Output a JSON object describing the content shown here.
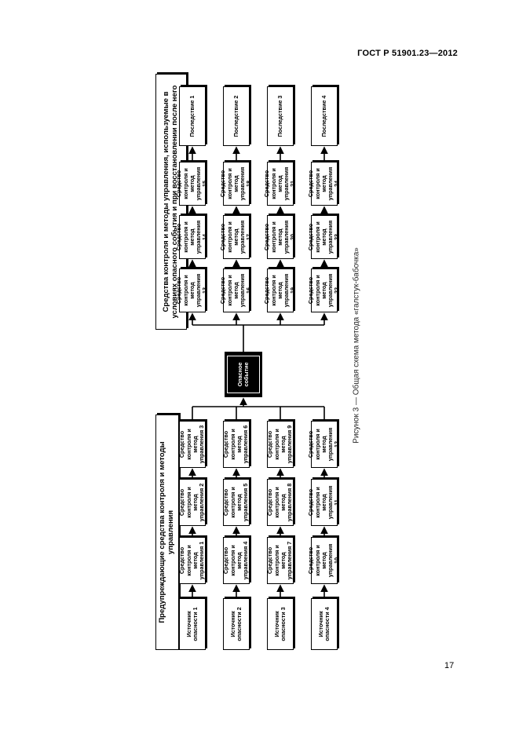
{
  "header": "ГОСТ Р 51901.23—2012",
  "page_number": "17",
  "caption": "Рисунок 3 — Общая схема метода «галстук-бабочка»",
  "left_title": "Предупреждающие средства контроля и методы управления",
  "right_title": "Средства контроля и методы управления, используемые в условиях опасного события и при восстановлении после него",
  "central_event": "Опасное событие",
  "rows": [
    {
      "source": "Источник опасности 1",
      "pre": [
        "Средство контроля и метод управления 1",
        "Средство контроля и метод управления 2",
        "Средство контроля и метод управления 3"
      ],
      "post": [
        "Средство контроля и метод управления 13",
        "Средство контроля и метод управления 14",
        "Средство контроля и метод управления 15"
      ],
      "consequence": "Последствие 1"
    },
    {
      "source": "Источник опасности 2",
      "pre": [
        "Средство контроля и метод управления 4",
        "Средство контроля и метод управления 5",
        "Средство контроля и метод управления 6"
      ],
      "post": [
        "Средство контроля и метод управления 16",
        "Средство контроля и метод управления 17",
        "Средство контроля и метод управления 18"
      ],
      "consequence": "Последствие 2"
    },
    {
      "source": "Источник опасности 3",
      "pre": [
        "Средство контроля и метод управления 7",
        "Средство контроля и метод управления 8",
        "Средство контроля и метод управления 9"
      ],
      "post": [
        "Средство контроля и метод управления 19",
        "Средство контроля и метод управления 20",
        "Средство контроля и метод управления 21"
      ],
      "consequence": "Последствие 3"
    },
    {
      "source": "Источник опасности 4",
      "pre": [
        "Средство контроля и метод управления 10",
        "Средство контроля и метод управления 11",
        "Средство контроля и метод управления 12"
      ],
      "post": [
        "Средство контроля и метод управления 22",
        "Средство контроля и метод управления 23",
        "Средство контроля и метод управления 24"
      ],
      "consequence": "Последствие 4"
    }
  ]
}
